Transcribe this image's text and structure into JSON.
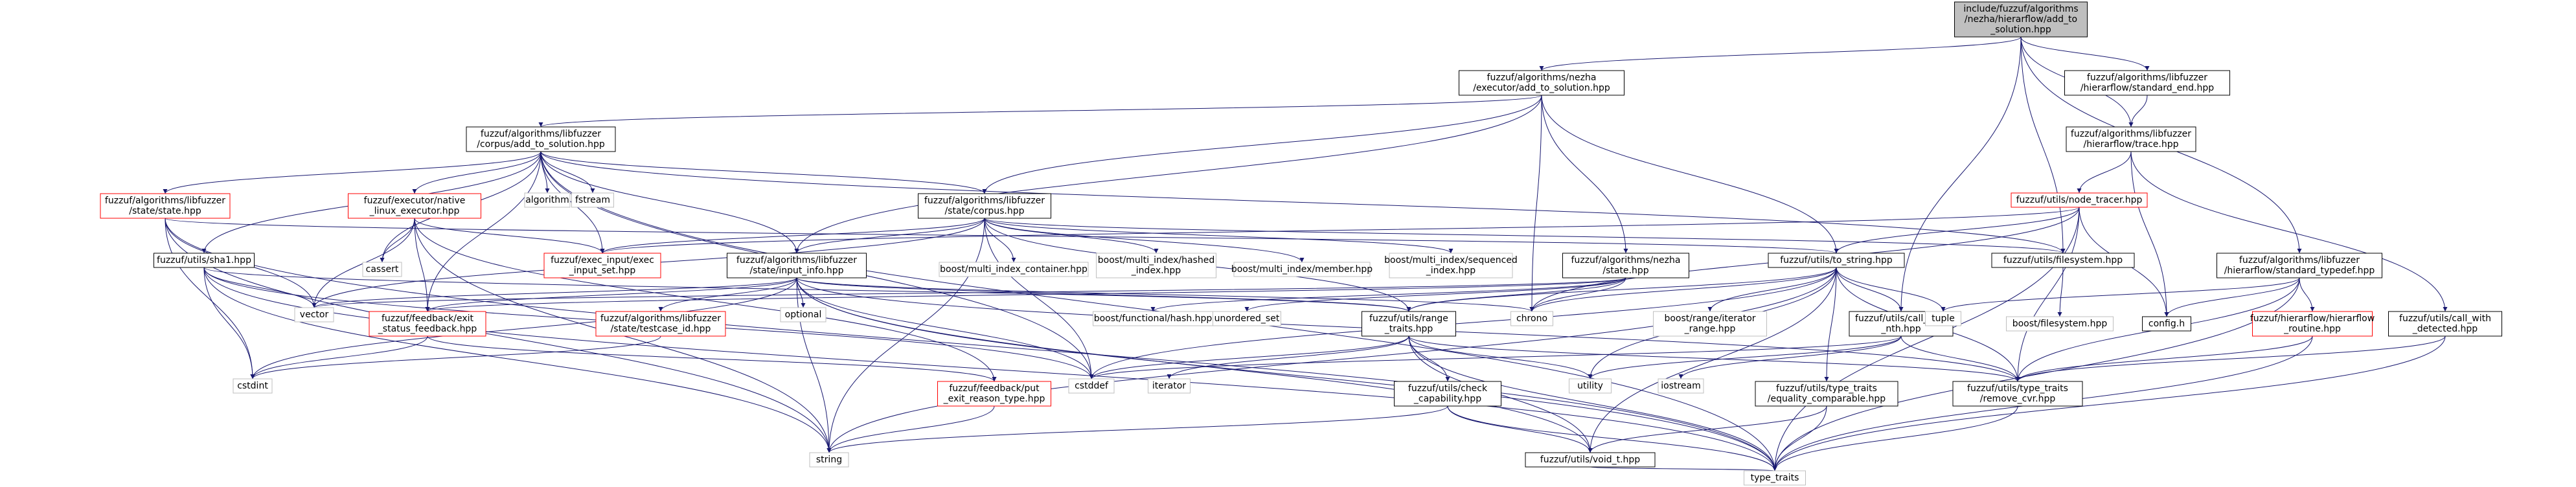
{
  "colors": {
    "background": "#ffffff",
    "root_fill": "#bfbfbf",
    "node_fill": "#ffffff",
    "border_black": "#000000",
    "border_red": "#ff0000",
    "border_grey": "#bfbfbf",
    "edge": "#191970",
    "text": "#000000"
  },
  "nodes": [
    {
      "id": "root",
      "lines": [
        "include/fuzzuf/algorithms",
        "/nezha/hierarflow/add_to",
        "_solution.hpp"
      ],
      "style": "root"
    },
    {
      "id": "exec_add",
      "lines": [
        "fuzzuf/algorithms/nezha",
        "/executor/add_to_solution.hpp"
      ],
      "style": "black"
    },
    {
      "id": "std_end",
      "lines": [
        "fuzzuf/algorithms/libfuzzer",
        "/hierarflow/standard_end.hpp"
      ],
      "style": "black"
    },
    {
      "id": "trace",
      "lines": [
        "fuzzuf/algorithms/libfuzzer",
        "/hierarflow/trace.hpp"
      ],
      "style": "black"
    },
    {
      "id": "corpus_add",
      "lines": [
        "fuzzuf/algorithms/libfuzzer",
        "/corpus/add_to_solution.hpp"
      ],
      "style": "black"
    },
    {
      "id": "node_tracer",
      "lines": [
        "fuzzuf/utils/node_tracer.hpp"
      ],
      "style": "red"
    },
    {
      "id": "std_typedef",
      "lines": [
        "fuzzuf/algorithms/libfuzzer",
        "/hierarflow/standard_typedef.hpp"
      ],
      "style": "black"
    },
    {
      "id": "lf_state",
      "lines": [
        "fuzzuf/algorithms/libfuzzer",
        "/state/state.hpp"
      ],
      "style": "red"
    },
    {
      "id": "native_exec",
      "lines": [
        "fuzzuf/executor/native",
        "_linux_executor.hpp"
      ],
      "style": "red"
    },
    {
      "id": "algorithm",
      "lines": [
        "algorithm"
      ],
      "style": "grey"
    },
    {
      "id": "fstream",
      "lines": [
        "fstream"
      ],
      "style": "grey"
    },
    {
      "id": "corpus",
      "lines": [
        "fuzzuf/algorithms/libfuzzer",
        "/state/corpus.hpp"
      ],
      "style": "black"
    },
    {
      "id": "nezha_state",
      "lines": [
        "fuzzuf/algorithms/nezha",
        "/state.hpp"
      ],
      "style": "black"
    },
    {
      "id": "to_string",
      "lines": [
        "fuzzuf/utils/to_string.hpp"
      ],
      "style": "black"
    },
    {
      "id": "filesystem",
      "lines": [
        "fuzzuf/utils/filesystem.hpp"
      ],
      "style": "black"
    },
    {
      "id": "sha1",
      "lines": [
        "fuzzuf/utils/sha1.hpp"
      ],
      "style": "black"
    },
    {
      "id": "cassert",
      "lines": [
        "cassert"
      ],
      "style": "grey"
    },
    {
      "id": "exec_input_set",
      "lines": [
        "fuzzuf/exec_input/exec",
        "_input_set.hpp"
      ],
      "style": "red"
    },
    {
      "id": "input_info",
      "lines": [
        "fuzzuf/algorithms/libfuzzer",
        "/state/input_info.hpp"
      ],
      "style": "black"
    },
    {
      "id": "mi_container",
      "lines": [
        "boost/multi_index_container.hpp"
      ],
      "style": "grey"
    },
    {
      "id": "mi_hashed",
      "lines": [
        "boost/multi_index/hashed",
        "_index.hpp"
      ],
      "style": "grey"
    },
    {
      "id": "mi_member",
      "lines": [
        "boost/multi_index/member.hpp"
      ],
      "style": "grey"
    },
    {
      "id": "mi_sequenced",
      "lines": [
        "boost/multi_index/sequenced",
        "_index.hpp"
      ],
      "style": "grey"
    },
    {
      "id": "boost_fs",
      "lines": [
        "boost/filesystem.hpp"
      ],
      "style": "grey"
    },
    {
      "id": "config",
      "lines": [
        "config.h"
      ],
      "style": "black"
    },
    {
      "id": "hf_routine",
      "lines": [
        "fuzzuf/hierarflow/hierarflow",
        "_routine.hpp"
      ],
      "style": "red"
    },
    {
      "id": "call_detected",
      "lines": [
        "fuzzuf/utils/call_with",
        "_detected.hpp"
      ],
      "style": "black"
    },
    {
      "id": "vector",
      "lines": [
        "vector"
      ],
      "style": "grey"
    },
    {
      "id": "exit_status",
      "lines": [
        "fuzzuf/feedback/exit",
        "_status_feedback.hpp"
      ],
      "style": "red"
    },
    {
      "id": "optional",
      "lines": [
        "optional"
      ],
      "style": "grey"
    },
    {
      "id": "testcase_id",
      "lines": [
        "fuzzuf/algorithms/libfuzzer",
        "/state/testcase_id.hpp"
      ],
      "style": "red"
    },
    {
      "id": "boost_hash",
      "lines": [
        "boost/functional/hash.hpp"
      ],
      "style": "grey"
    },
    {
      "id": "unordered_set",
      "lines": [
        "unordered_set"
      ],
      "style": "grey"
    },
    {
      "id": "range_traits",
      "lines": [
        "fuzzuf/utils/range",
        "_traits.hpp"
      ],
      "style": "black"
    },
    {
      "id": "chrono",
      "lines": [
        "chrono"
      ],
      "style": "grey"
    },
    {
      "id": "boost_iter_range",
      "lines": [
        "boost/range/iterator",
        "_range.hpp"
      ],
      "style": "grey"
    },
    {
      "id": "call_nth",
      "lines": [
        "fuzzuf/utils/call_with",
        "_nth.hpp"
      ],
      "style": "black"
    },
    {
      "id": "tuple",
      "lines": [
        "tuple"
      ],
      "style": "grey"
    },
    {
      "id": "cstdint",
      "lines": [
        "cstdint"
      ],
      "style": "grey"
    },
    {
      "id": "cstddef",
      "lines": [
        "cstddef"
      ],
      "style": "grey"
    },
    {
      "id": "iterator",
      "lines": [
        "iterator"
      ],
      "style": "grey"
    },
    {
      "id": "put_exit",
      "lines": [
        "fuzzuf/feedback/put",
        "_exit_reason_type.hpp"
      ],
      "style": "red"
    },
    {
      "id": "check_cap",
      "lines": [
        "fuzzuf/utils/check",
        "_capability.hpp"
      ],
      "style": "black"
    },
    {
      "id": "utility",
      "lines": [
        "utility"
      ],
      "style": "grey"
    },
    {
      "id": "iostream",
      "lines": [
        "iostream"
      ],
      "style": "grey"
    },
    {
      "id": "eq_comparable",
      "lines": [
        "fuzzuf/utils/type_traits",
        "/equality_comparable.hpp"
      ],
      "style": "black"
    },
    {
      "id": "remove_cvr",
      "lines": [
        "fuzzuf/utils/type_traits",
        "/remove_cvr.hpp"
      ],
      "style": "black"
    },
    {
      "id": "string",
      "lines": [
        "string"
      ],
      "style": "grey"
    },
    {
      "id": "void_t",
      "lines": [
        "fuzzuf/utils/void_t.hpp"
      ],
      "style": "black"
    },
    {
      "id": "type_traits",
      "lines": [
        "type_traits"
      ],
      "style": "grey"
    }
  ],
  "edges": [
    [
      "root",
      "exec_add"
    ],
    [
      "root",
      "std_end"
    ],
    [
      "root",
      "trace"
    ],
    [
      "root",
      "filesystem"
    ],
    [
      "root",
      "std_typedef"
    ],
    [
      "root",
      "call_nth"
    ],
    [
      "std_end",
      "trace"
    ],
    [
      "trace",
      "node_tracer"
    ],
    [
      "trace",
      "config"
    ],
    [
      "trace",
      "call_detected"
    ],
    [
      "exec_add",
      "corpus_add"
    ],
    [
      "exec_add",
      "corpus"
    ],
    [
      "exec_add",
      "input_info"
    ],
    [
      "exec_add",
      "nezha_state"
    ],
    [
      "exec_add",
      "to_string"
    ],
    [
      "exec_add",
      "chrono"
    ],
    [
      "corpus_add",
      "lf_state"
    ],
    [
      "corpus_add",
      "native_exec"
    ],
    [
      "corpus_add",
      "algorithm"
    ],
    [
      "corpus_add",
      "fstream"
    ],
    [
      "corpus_add",
      "corpus"
    ],
    [
      "corpus_add",
      "sha1"
    ],
    [
      "corpus_add",
      "cassert"
    ],
    [
      "corpus_add",
      "exec_input_set"
    ],
    [
      "corpus_add",
      "input_info"
    ],
    [
      "corpus_add",
      "exit_status"
    ],
    [
      "corpus_add",
      "type_traits"
    ],
    [
      "corpus_add",
      "cstddef"
    ],
    [
      "corpus_add",
      "filesystem"
    ],
    [
      "lf_state",
      "vector"
    ],
    [
      "lf_state",
      "cstdint"
    ],
    [
      "lf_state",
      "string"
    ],
    [
      "lf_state",
      "type_traits"
    ],
    [
      "lf_state",
      "to_string"
    ],
    [
      "native_exec",
      "cassert"
    ],
    [
      "native_exec",
      "vector"
    ],
    [
      "native_exec",
      "exit_status"
    ],
    [
      "native_exec",
      "string"
    ],
    [
      "native_exec",
      "put_exit"
    ],
    [
      "native_exec",
      "exec_input_set"
    ],
    [
      "corpus",
      "mi_container"
    ],
    [
      "corpus",
      "mi_hashed"
    ],
    [
      "corpus",
      "mi_member"
    ],
    [
      "corpus",
      "mi_sequenced"
    ],
    [
      "corpus",
      "input_info"
    ],
    [
      "corpus",
      "exec_input_set"
    ],
    [
      "corpus",
      "vector"
    ],
    [
      "corpus",
      "string"
    ],
    [
      "corpus",
      "cstddef"
    ],
    [
      "corpus",
      "range_traits"
    ],
    [
      "corpus",
      "filesystem"
    ],
    [
      "nezha_state",
      "range_traits"
    ],
    [
      "nezha_state",
      "chrono"
    ],
    [
      "nezha_state",
      "boost_hash"
    ],
    [
      "nezha_state",
      "vector"
    ],
    [
      "nezha_state",
      "unordered_set"
    ],
    [
      "nezha_state",
      "exit_status"
    ],
    [
      "to_string",
      "range_traits"
    ],
    [
      "to_string",
      "chrono"
    ],
    [
      "to_string",
      "string"
    ],
    [
      "to_string",
      "boost_iter_range"
    ],
    [
      "to_string",
      "tuple"
    ],
    [
      "to_string",
      "utility"
    ],
    [
      "to_string",
      "call_nth"
    ],
    [
      "to_string",
      "eq_comparable"
    ],
    [
      "to_string",
      "remove_cvr"
    ],
    [
      "to_string",
      "void_t"
    ],
    [
      "to_string",
      "cstddef"
    ],
    [
      "filesystem",
      "boost_fs"
    ],
    [
      "sha1",
      "vector"
    ],
    [
      "sha1",
      "cstdint"
    ],
    [
      "sha1",
      "string"
    ],
    [
      "sha1",
      "type_traits"
    ],
    [
      "sha1",
      "range_traits"
    ],
    [
      "sha1",
      "cstddef"
    ],
    [
      "input_info",
      "vector"
    ],
    [
      "input_info",
      "exit_status"
    ],
    [
      "input_info",
      "optional"
    ],
    [
      "input_info",
      "testcase_id"
    ],
    [
      "input_info",
      "string"
    ],
    [
      "input_info",
      "cstdint"
    ],
    [
      "input_info",
      "cstddef"
    ],
    [
      "input_info",
      "type_traits"
    ],
    [
      "input_info",
      "chrono"
    ],
    [
      "input_info",
      "range_traits"
    ],
    [
      "input_info",
      "void_t"
    ],
    [
      "input_info",
      "remove_cvr"
    ],
    [
      "node_tracer",
      "to_string"
    ],
    [
      "node_tracer",
      "config"
    ],
    [
      "node_tracer",
      "type_traits"
    ],
    [
      "node_tracer",
      "remove_cvr"
    ],
    [
      "node_tracer",
      "exec_input_set"
    ],
    [
      "node_tracer",
      "chrono"
    ],
    [
      "std_typedef",
      "hf_routine"
    ],
    [
      "std_typedef",
      "tuple"
    ],
    [
      "std_typedef",
      "config"
    ],
    [
      "std_typedef",
      "type_traits"
    ],
    [
      "std_typedef",
      "remove_cvr"
    ],
    [
      "hf_routine",
      "remove_cvr"
    ],
    [
      "hf_routine",
      "type_traits"
    ],
    [
      "call_detected",
      "remove_cvr"
    ],
    [
      "call_detected",
      "type_traits"
    ],
    [
      "exit_status",
      "put_exit"
    ],
    [
      "exit_status",
      "cstdint"
    ],
    [
      "testcase_id",
      "cstdint"
    ],
    [
      "range_traits",
      "iterator"
    ],
    [
      "range_traits",
      "cstddef"
    ],
    [
      "range_traits",
      "check_cap"
    ],
    [
      "range_traits",
      "utility"
    ],
    [
      "range_traits",
      "remove_cvr"
    ],
    [
      "range_traits",
      "void_t"
    ],
    [
      "range_traits",
      "type_traits"
    ],
    [
      "call_nth",
      "utility"
    ],
    [
      "call_nth",
      "iostream"
    ],
    [
      "call_nth",
      "remove_cvr"
    ],
    [
      "call_nth",
      "cstddef"
    ],
    [
      "check_cap",
      "void_t"
    ],
    [
      "check_cap",
      "type_traits"
    ],
    [
      "check_cap",
      "string"
    ],
    [
      "eq_comparable",
      "void_t"
    ],
    [
      "eq_comparable",
      "type_traits"
    ],
    [
      "remove_cvr",
      "type_traits"
    ],
    [
      "put_exit",
      "string"
    ],
    [
      "void_t",
      "type_traits"
    ]
  ]
}
